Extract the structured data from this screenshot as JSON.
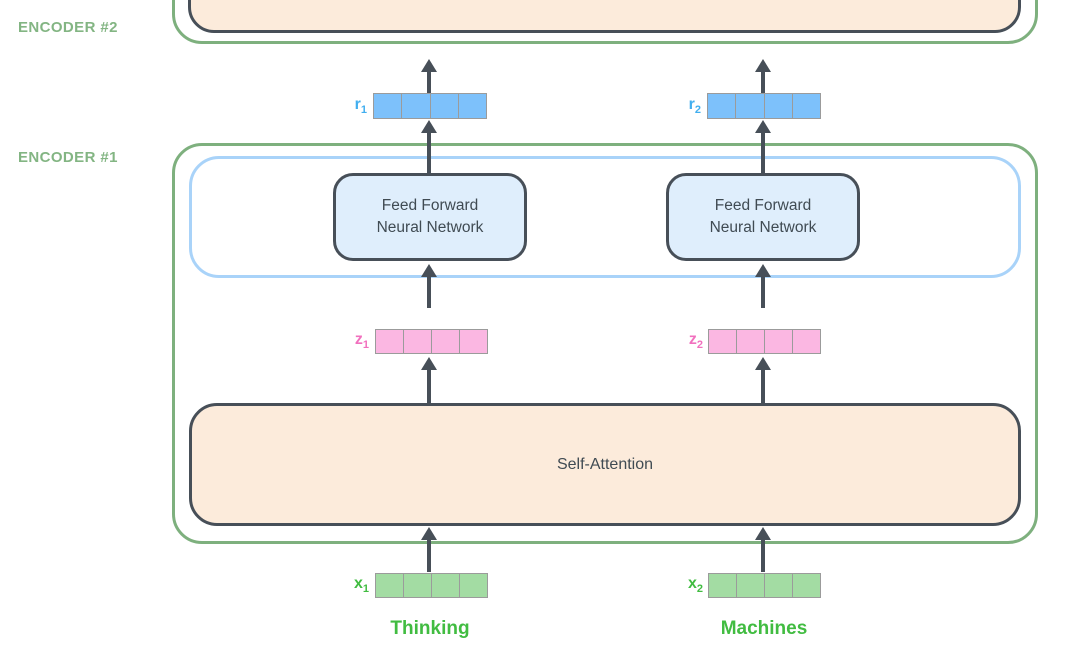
{
  "encoders": {
    "encoder2_label": "ENCODER #2",
    "encoder1_label": "ENCODER #1"
  },
  "boxes": {
    "ffnn_line1": "Feed Forward",
    "ffnn_line2": "Neural Network",
    "self_attention": "Self-Attention"
  },
  "vectors": {
    "r1": {
      "base": "r",
      "sub": "1"
    },
    "r2": {
      "base": "r",
      "sub": "2"
    },
    "z1": {
      "base": "z",
      "sub": "1"
    },
    "z2": {
      "base": "z",
      "sub": "2"
    },
    "x1": {
      "base": "x",
      "sub": "1"
    },
    "x2": {
      "base": "x",
      "sub": "2"
    },
    "cells_per_vector": 4
  },
  "tokens": {
    "token1": "Thinking",
    "token2": "Machines"
  },
  "colors": {
    "encoder_border_green": "#7EB07E",
    "encoder_label_green": "#83B583",
    "bright_green": "#41BC41",
    "cell_green": "#A3DCA3",
    "cell_blue": "#7DC1FB",
    "label_blue": "#41AEEF",
    "cell_pink": "#FBB7E2",
    "label_pink": "#F170BE",
    "peach_fill": "#FCEBDB",
    "ffnn_fill": "#DFEEFC",
    "blue_container_border": "#A9D3F9",
    "dark_border": "#474F58",
    "text_dark": "#404B53",
    "cell_border_gray": "#9B9B9B"
  }
}
